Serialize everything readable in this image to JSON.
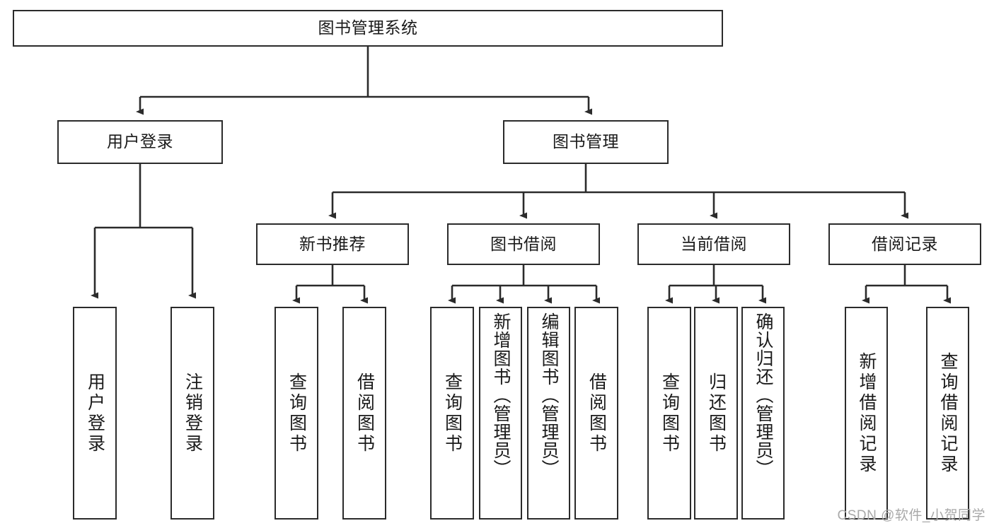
{
  "diagram": {
    "title": "图书管理系统",
    "type": "tree-hierarchy",
    "watermark": "CSDN @软件_小贺同学",
    "colors": {
      "stroke": "#2b2b2b",
      "fill": "#ffffff",
      "text": "#1a1a1a",
      "watermark": "#a9a9a9"
    },
    "nodes": {
      "root": "图书管理系统",
      "level2": {
        "user_login": "用户登录",
        "book_manage": "图书管理"
      },
      "level3": {
        "new_book_rec": "新书推荐",
        "book_borrow": "图书借阅",
        "current_borrow": "当前借阅",
        "borrow_record": "借阅记录"
      },
      "leaves": {
        "login_1": "用户登录",
        "login_2": "注销登录",
        "rec_1": "查询图书",
        "rec_2": "借阅图书",
        "borrow_1": "查询图书",
        "borrow_2": "新增图书（管理员）",
        "borrow_3": "编辑图书（管理员）",
        "borrow_4": "借阅图书",
        "cur_1": "查询图书",
        "cur_2": "归还图书",
        "cur_3": "确认归还（管理员）",
        "rawk_1": "新增借阅记录",
        "rawk_2": "查询借阅记录"
      }
    }
  }
}
